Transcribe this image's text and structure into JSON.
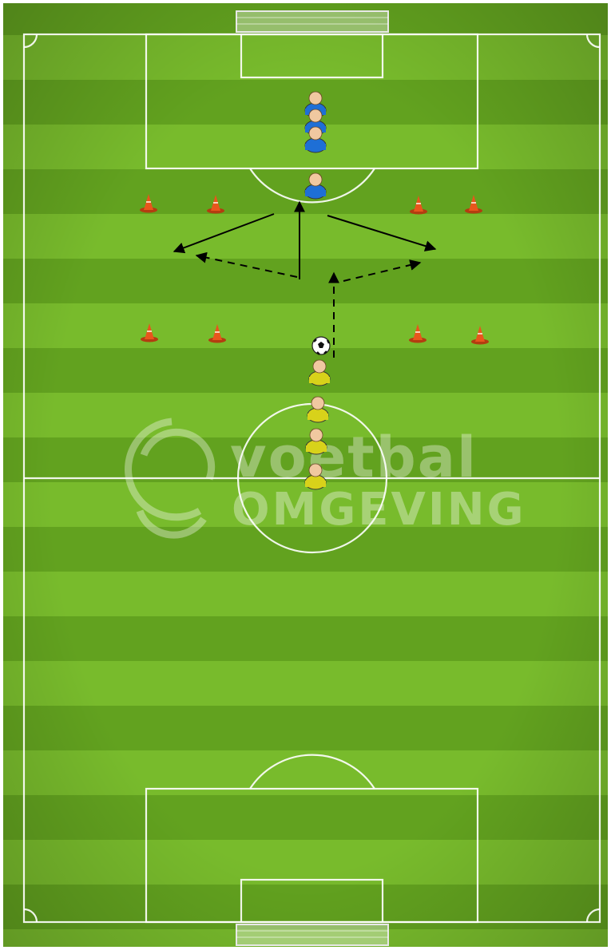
{
  "diagram": {
    "colors": {
      "grass_light": "#74b82a",
      "grass_dark": "#5f9d1e",
      "line": "#ffffff",
      "cone": "#e8561c",
      "team_blue": "#1e6fd6",
      "team_yellow": "#d8d21a",
      "arrow": "#000000"
    },
    "teams": {
      "blue": {
        "count": 4,
        "icon": "player-blue-icon"
      },
      "yellow": {
        "count": 4,
        "icon": "player-yellow-icon"
      }
    },
    "cones": {
      "count": 8,
      "icon": "cone-icon"
    },
    "ball": {
      "icon": "soccer-ball-icon"
    },
    "watermark": {
      "line1": "voetbal",
      "line2": "OMGEVING"
    }
  }
}
